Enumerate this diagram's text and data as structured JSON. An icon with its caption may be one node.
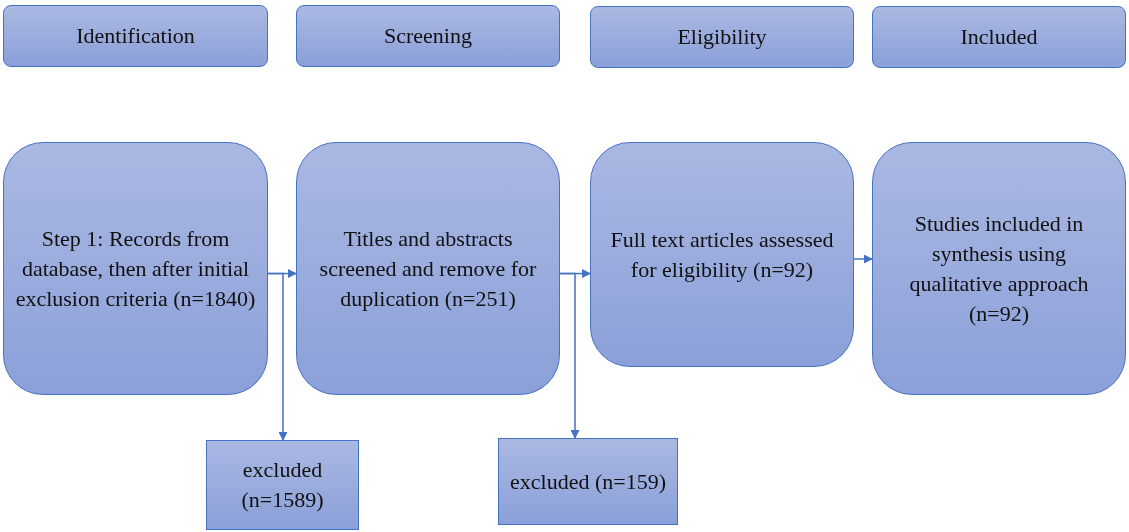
{
  "diagram": {
    "nodes": [
      {
        "text": [
          "Identification"
        ]
      },
      {
        "text": [
          "Screening"
        ]
      },
      {
        "text": [
          "Eligibility"
        ]
      },
      {
        "text": [
          "Included"
        ]
      },
      {
        "text": [
          "Step 1: Records from database, then after initial exclusion criteria (n=1840)"
        ]
      },
      {
        "text": [
          "Titles and abstracts screened and remove for duplication (n=251)"
        ]
      },
      {
        "text": [
          "Full text articles assessed for eligibility (n=92)"
        ]
      },
      {
        "text": [
          "Studies included in synthesis using qualitative approach (n=92)"
        ]
      },
      {
        "text": [
          "excluded (n=1589)"
        ]
      },
      {
        "text": [
          "excluded (n=159)"
        ]
      }
    ],
    "edges": [
      {
        "from": 4,
        "to": 5,
        "arrow": "to"
      },
      {
        "from": 5,
        "to": 6,
        "arrow": "to"
      },
      {
        "from": 6,
        "to": 7,
        "arrow": "to"
      },
      {
        "from": 4,
        "to": 8,
        "arrow": "to"
      },
      {
        "from": 5,
        "to": 9,
        "arrow": "to"
      }
    ]
  }
}
